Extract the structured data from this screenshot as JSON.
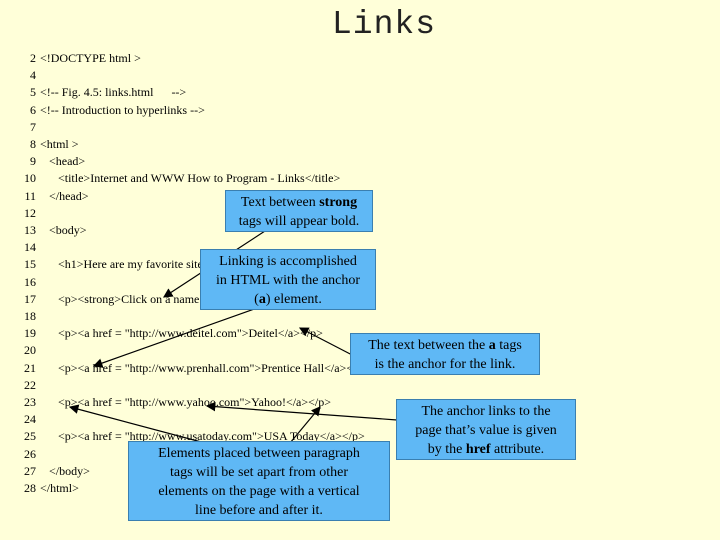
{
  "title": "Links",
  "code": [
    {
      "n": "2",
      "text": "<!DOCTYPE html >"
    },
    {
      "n": "4",
      "text": ""
    },
    {
      "n": "5",
      "text": "<!-- Fig. 4.5: links.html      -->"
    },
    {
      "n": "6",
      "text": "<!-- Introduction to hyperlinks -->"
    },
    {
      "n": "7",
      "text": ""
    },
    {
      "n": "8",
      "text": "<html >"
    },
    {
      "n": "9",
      "text": "   <head>"
    },
    {
      "n": "10",
      "text": "      <title>Internet and WWW How to Program - Links</title>"
    },
    {
      "n": "11",
      "text": "   </head>"
    },
    {
      "n": "12",
      "text": ""
    },
    {
      "n": "13",
      "text": "   <body>"
    },
    {
      "n": "14",
      "text": ""
    },
    {
      "n": "15",
      "text": "      <h1>Here are my favorite sites</h1>"
    },
    {
      "n": "16",
      "text": ""
    },
    {
      "n": "17",
      "text": "      <p><strong>Click on a name to go to that page.</strong></p>"
    },
    {
      "n": "18",
      "text": ""
    },
    {
      "n": "19",
      "text": "      <p><a href = \"http://www.deitel.com\">Deitel</a></p>"
    },
    {
      "n": "20",
      "text": ""
    },
    {
      "n": "21",
      "text": "      <p><a href = \"http://www.prenhall.com\">Prentice Hall</a></p>"
    },
    {
      "n": "22",
      "text": ""
    },
    {
      "n": "23",
      "text": "      <p><a href = \"http://www.yahoo.com\">Yahoo!</a></p>"
    },
    {
      "n": "24",
      "text": ""
    },
    {
      "n": "25",
      "text": "      <p><a href = \"http://www.usatoday.com\">USA Today</a></p>"
    },
    {
      "n": "26",
      "text": ""
    },
    {
      "n": "27",
      "text": "   </body>"
    },
    {
      "n": "28",
      "text": "</html>"
    }
  ],
  "callouts": {
    "strong_pre": "Text between ",
    "strong_bold": "strong",
    "strong_post": "tags will appear bold.",
    "anchor_line1": "Linking is accomplished",
    "anchor_line2": "in HTML with the anchor",
    "anchor_pre": "(",
    "anchor_bold": "a",
    "anchor_post": ") element.",
    "text_pre": "The text between the ",
    "text_bold": "a",
    "text_post": " tags",
    "text_line2": "is the anchor for the link.",
    "href_line1": "The anchor links to the",
    "href_line2": "page that’s value is given",
    "href_pre": "by the ",
    "href_bold": "href",
    "href_post": " attribute.",
    "para_line1": "Elements placed between paragraph",
    "para_line2": "tags will be set apart from other",
    "para_line3": "elements on the page with a vertical",
    "para_line4": "line before and after it."
  },
  "colors": {
    "background": "#ffffd9",
    "callout": "#5fb8f5"
  }
}
